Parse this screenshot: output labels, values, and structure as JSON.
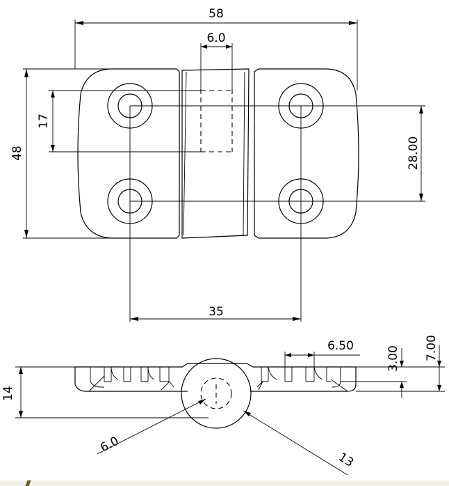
{
  "dimensions": {
    "overall_width": "58",
    "knuckle_width": "6.0",
    "overall_height": "48",
    "knuckle_height": "17",
    "hole_vertical_spacing": "28.00",
    "hole_horizontal_spacing": "35",
    "bottom_offset": "6.50",
    "recess_depth": "3.00",
    "plate_thickness": "7.00",
    "total_height": "14",
    "pin_diameter": "6.0",
    "knuckle_diameter": "13"
  }
}
